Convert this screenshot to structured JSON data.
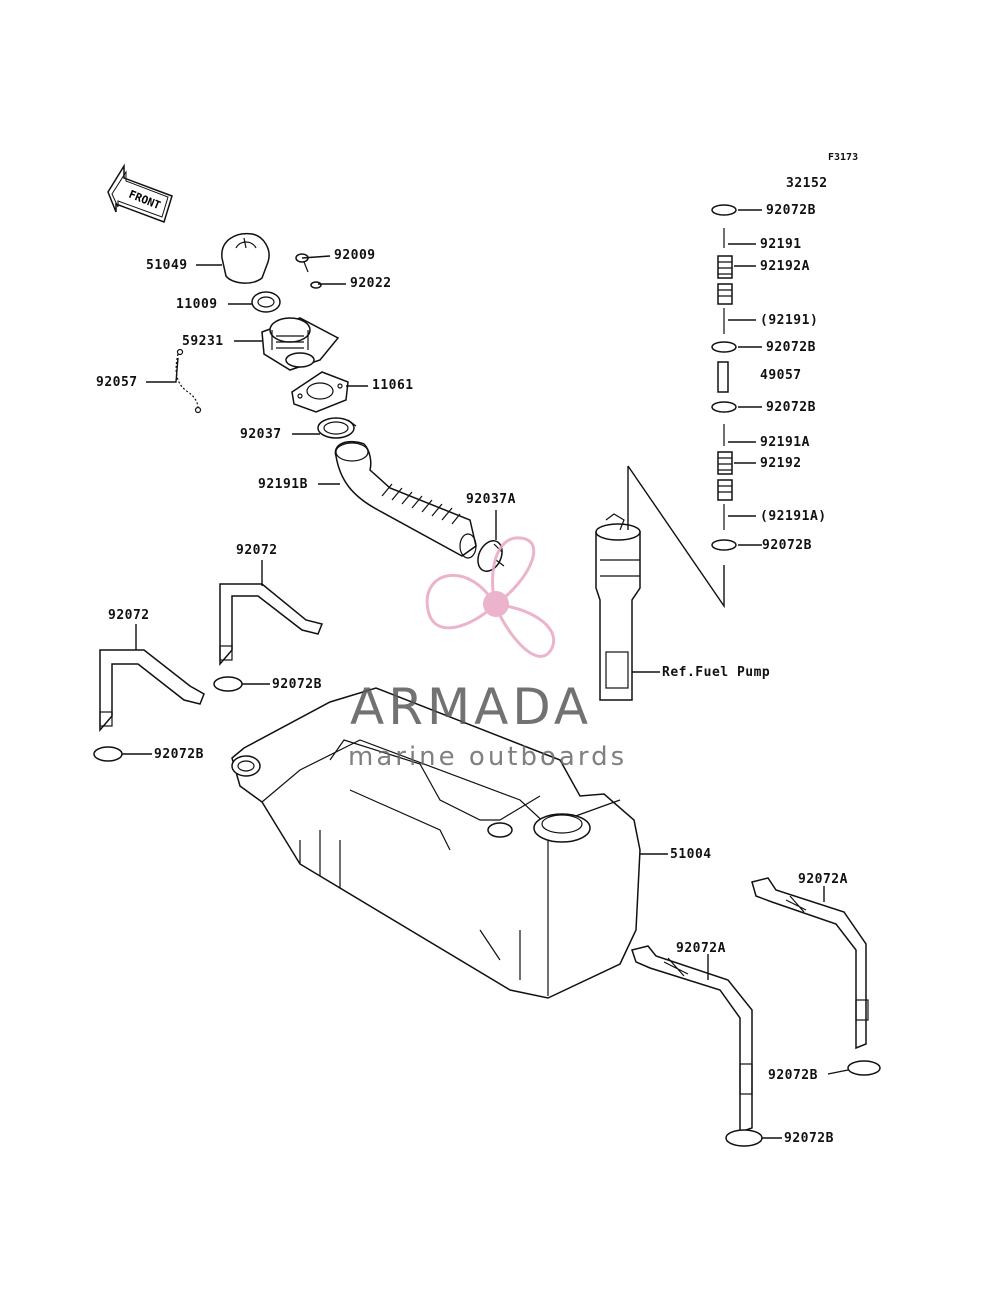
{
  "figure_code": "F3173",
  "front_arrow_text": "FRONT",
  "labels": {
    "l_51049": "51049",
    "l_92009": "92009",
    "l_92022": "92022",
    "l_11009": "11009",
    "l_59231": "59231",
    "l_92057": "92057",
    "l_11061": "11061",
    "l_92037": "92037",
    "l_92191B": "92191B",
    "l_92037A": "92037A",
    "l_92072_top": "92072",
    "l_92072_left": "92072",
    "l_92072B_a": "92072B",
    "l_92072B_b": "92072B",
    "l_32152": "32152",
    "l_92072B_c": "92072B",
    "l_92191": "92191",
    "l_92192A": "92192A",
    "l_92191_paren": "(92191)",
    "l_92072B_d": "92072B",
    "l_49057": "49057",
    "l_92072B_e": "92072B",
    "l_92191A": "92191A",
    "l_92192": "92192",
    "l_92191A_paren": "(92191A)",
    "l_92072B_f": "92072B",
    "l_ref_fuel_pump": "Ref.Fuel Pump",
    "l_51004": "51004",
    "l_92072A_right": "92072A",
    "l_92072A_mid": "92072A",
    "l_92072B_g": "92072B",
    "l_92072B_h": "92072B"
  },
  "watermark": {
    "title": "ARMADA",
    "subtitle": "marine outboards",
    "logo_color": "#e8a6c4"
  }
}
